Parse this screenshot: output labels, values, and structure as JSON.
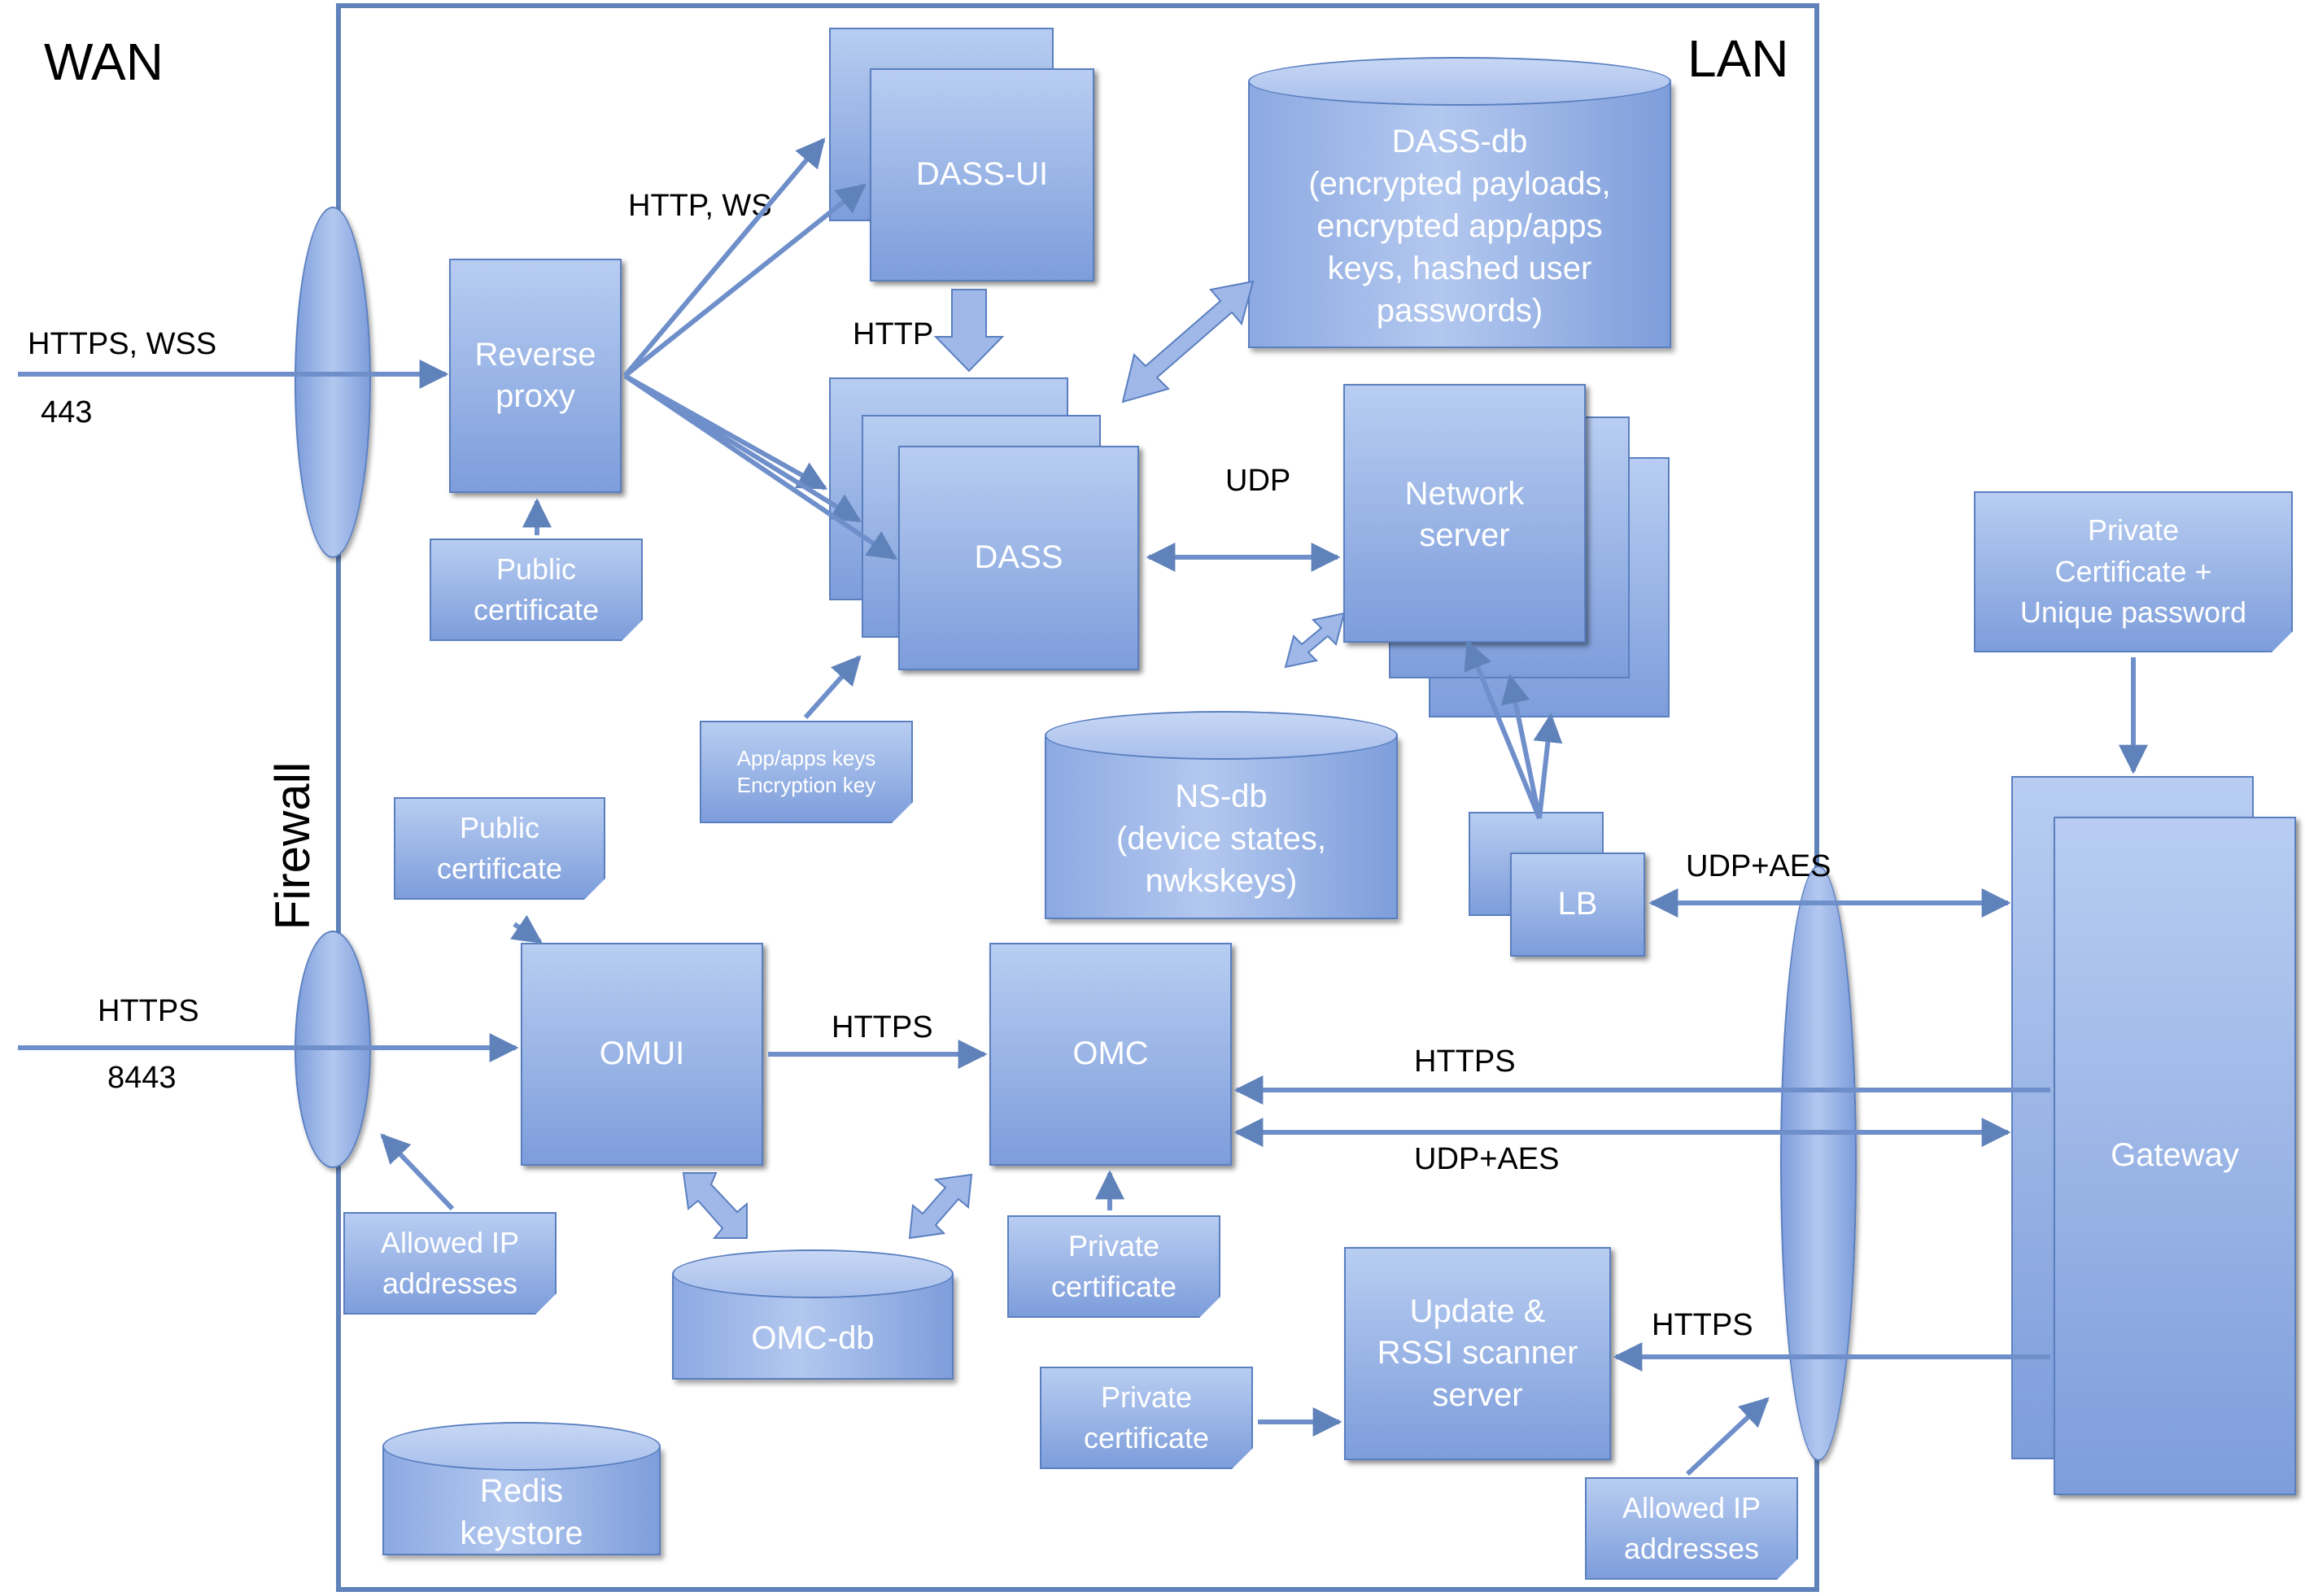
{
  "regions": {
    "wan": "WAN",
    "lan": "LAN",
    "firewall": "Firewall"
  },
  "nodes": {
    "reverse_proxy": "Reverse\nproxy",
    "dass_ui": "DASS-UI",
    "dass": "DASS",
    "network_server": "Network\nserver",
    "lb": "LB",
    "omui": "OMUI",
    "omc": "OMC",
    "update_server": "Update &\nRSSI scanner\nserver",
    "gateway": "Gateway"
  },
  "databases": {
    "dass_db": "DASS-db\n(encrypted payloads,\nencrypted app/apps\nkeys, hashed user\npasswords)",
    "ns_db": "NS-db\n(device states,\nnwkskeys)",
    "omc_db": "OMC-db",
    "redis": "Redis\nkeystore"
  },
  "notes": {
    "public_cert_proxy": "Public\ncertificate",
    "app_keys": "App/apps keys\nEncryption key",
    "public_cert_omui": "Public\ncertificate",
    "allowed_ip_1": "Allowed IP\naddresses",
    "private_cert_omc": "Private\ncertificate",
    "private_cert_update": "Private\ncertificate",
    "allowed_ip_2": "Allowed IP\naddresses",
    "private_cert_gateway": "Private\nCertificate +\nUnique password"
  },
  "labels": {
    "https_wss": "HTTPS, WSS",
    "port_443": "443",
    "http_ws": "HTTP, WS",
    "http": "HTTP",
    "udp": "UDP",
    "udp_aes_lb": "UDP+AES",
    "https_in": "HTTPS",
    "port_8443": "8443",
    "https_omui_omc": "HTTPS",
    "https_gw_omc": "HTTPS",
    "udp_aes_omc": "UDP+AES",
    "https_update": "HTTPS"
  },
  "colors": {
    "fill_light": "#b8cdf1",
    "fill_dark": "#7d9ddb",
    "stroke": "#5a7fc0",
    "frame": "#5f82ba"
  }
}
